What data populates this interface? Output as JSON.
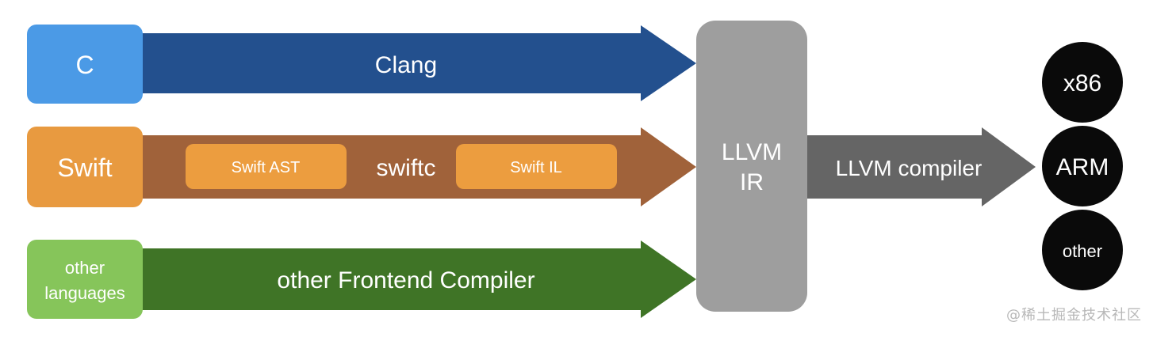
{
  "sources": {
    "c": "C",
    "swift": "Swift",
    "other_line1": "other",
    "other_line2": "languages"
  },
  "frontends": {
    "clang": "Clang",
    "swiftc": "swiftc",
    "swift_ast": "Swift AST",
    "swift_il": "Swift IL",
    "other_frontend": "other Frontend Compiler"
  },
  "ir": {
    "line1": "LLVM",
    "line2": "IR"
  },
  "backend": {
    "compiler": "LLVM compiler"
  },
  "targets": {
    "x86": "x86",
    "arm": "ARM",
    "other": "other"
  },
  "watermark": "@稀土掘金技术社区",
  "colors": {
    "c_box": "#4b9ae6",
    "clang_arrow": "#23508e",
    "swift_box": "#e89a40",
    "swiftc_arrow": "#a0623a",
    "swift_inner": "#ec9d3f",
    "other_box": "#86c55a",
    "other_arrow": "#3f7426",
    "ir_box": "#9e9e9e",
    "backend_arrow": "#656565",
    "target_circle": "#0a0a0a"
  }
}
